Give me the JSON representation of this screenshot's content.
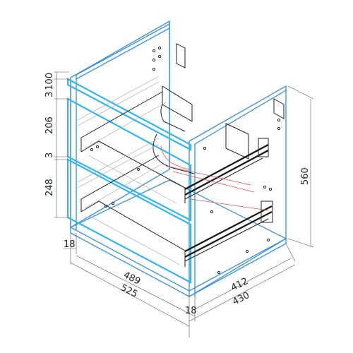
{
  "figure": {
    "description_colors": {
      "cabinet_outline": "#3a8fd6",
      "drawer_front": "#33b4f0",
      "dimension_lines": "#333333",
      "hidden_lines": "#e05050"
    },
    "dimensions": {
      "top_gap": "3",
      "top_front_height": "100",
      "upper_drawer_height": "206",
      "gap_mid": "3",
      "lower_drawer_height": "248",
      "total_height": "560",
      "side_thickness_left": "18",
      "inner_width": "489",
      "outer_width": "525",
      "inner_depth": "412",
      "outer_depth": "430",
      "side_thickness_bottom": "18"
    }
  }
}
